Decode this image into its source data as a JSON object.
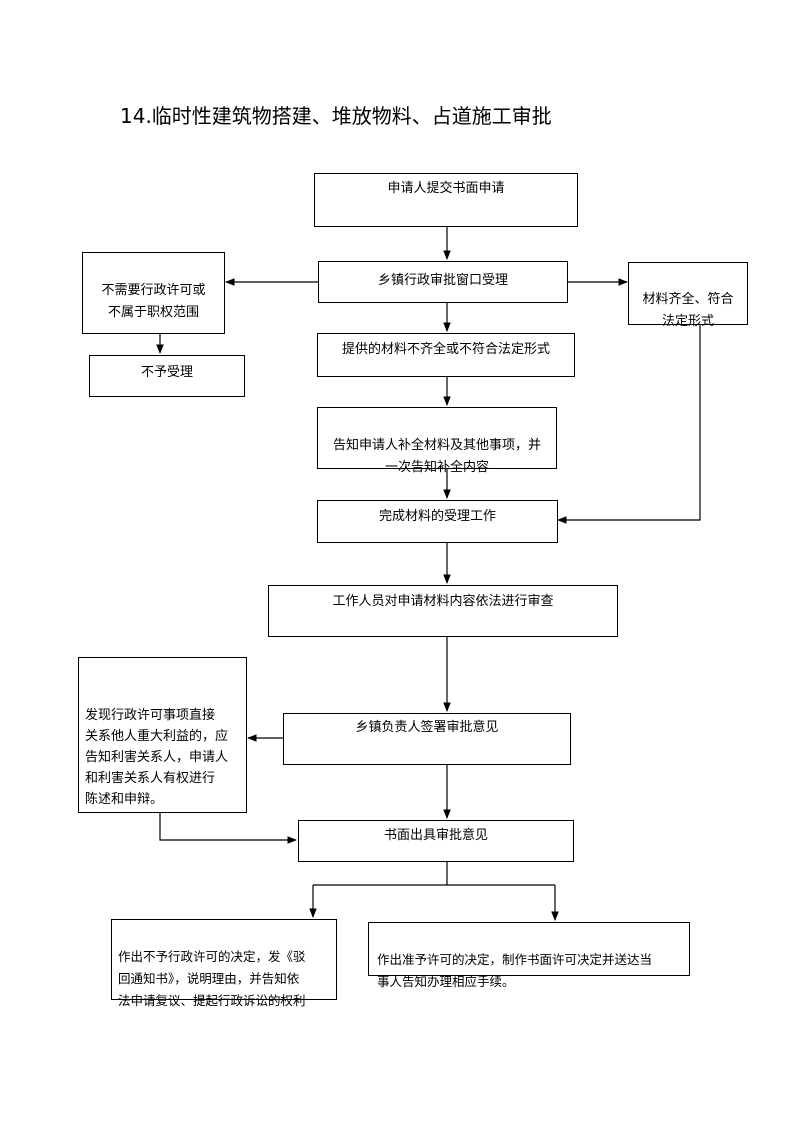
{
  "title": "14.临时性建筑物搭建、堆放物料、占道施工审批",
  "boxes": {
    "apply": "申请人提交书面申请",
    "window": "乡镇行政审批窗口受理",
    "no_permit": "不需要行政许可或\n不属于职权范围",
    "not_accept": "不予受理",
    "complete_form": "材料齐全、符合\n法定形式",
    "incomplete": "提供的材料不齐全或不符合法定形式",
    "notify_supplement": "告知申请人补全材料及其他事项，并\n一次告知补全内容",
    "finish_accept": "完成材料的受理工作",
    "review": "工作人员对申请材料内容依法进行审查",
    "stakeholder": "发现行政许可事项直接\n关系他人重大利益的，应\n告知利害关系人，申请人\n和利害关系人有权进行\n陈述和申辩。",
    "sign_opinion": "乡镇负责人签署审批意见",
    "written_opinion": "书面出具审批意见",
    "reject_decision": "作出不予行政许可的决定，发《驳\n回通知书》，说明理由，并告知依\n法申请复议、提起行政诉讼的权利",
    "approve_decision": "作出准予许可的决定，制作书面许可决定并送达当\n事人告知办理相应手续。"
  }
}
